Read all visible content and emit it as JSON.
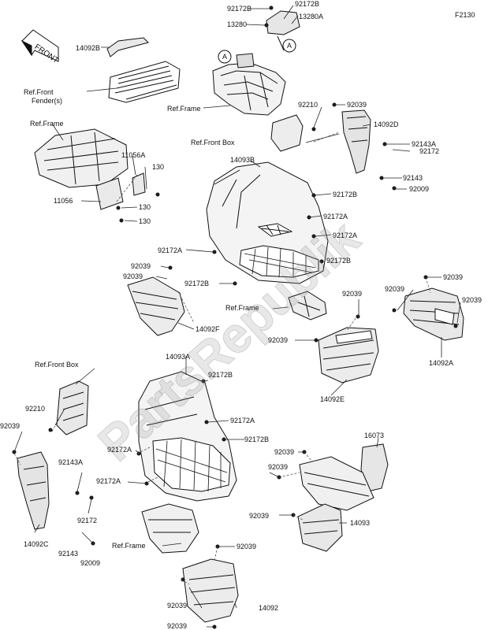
{
  "diagram": {
    "code": "F2130",
    "front_sign": "FRONT",
    "watermark": "PartsRepublik",
    "labels": {
      "p92172b_top": "92172B",
      "p92172b_top2": "92172B",
      "p13280": "13280",
      "p13280a": "13280A",
      "callout_a1": "A",
      "callout_a2": "A",
      "p14092b": "14092B",
      "ref_front_fender_1": "Ref.Front",
      "ref_front_fender_2": "Fender(s)",
      "ref_frame_top": "Ref.Frame",
      "p92210_top": "92210",
      "p92039_top": "92039",
      "p14092d": "14092D",
      "ref_front_box_top": "Ref.Front Box",
      "p92143a_top": "92143A",
      "p92172_top": "92172",
      "p92143_top": "92143",
      "p92009_top": "92009",
      "ref_frame_left": "Ref.Frame",
      "p11056a": "11056A",
      "p130_a": "130",
      "p130_b": "130",
      "p130_c": "130",
      "p11056": "11056",
      "p14093b": "14093B",
      "p92172b_mid1": "92172B",
      "p92172a_mid1": "92172A",
      "p92172a_mid2": "92172A",
      "p92172a_mid3": "92172A",
      "p92172b_mid2": "92172B",
      "p92039_mid1": "92039",
      "p92039_mid2": "92039",
      "p92172b_mid3": "92172B",
      "ref_frame_mid": "Ref.Frame",
      "p14092f": "14092F",
      "p92039_mid3": "92039",
      "p92039_mid4": "92039",
      "p92039_right1": "92039",
      "p92039_right2": "92039",
      "p92039_right3": "92039",
      "p14092a": "14092A",
      "p14092e": "14092E",
      "ref_front_box_left": "Ref.Front Box",
      "p14093a": "14093A",
      "p92172b_low1": "92172B",
      "p92210_left": "92210",
      "p92039_left": "92039",
      "p92172a_low1": "92172A",
      "p92172b_low2": "92172B",
      "p92172a_low2": "92172A",
      "p92172a_low3": "92172A",
      "p92143a_left": "92143A",
      "p92172_left": "92172",
      "p14092c": "14092C",
      "p92143_left": "92143",
      "p92009_left": "92009",
      "p16073": "16073",
      "p92039_low1": "92039",
      "p92039_low2": "92039",
      "p92039_low3": "92039",
      "p14093": "14093",
      "ref_frame_low": "Ref.Frame",
      "p92039_low4": "92039",
      "p92039_low5": "92039",
      "p92039_low6": "92039",
      "p14092": "14092"
    }
  }
}
